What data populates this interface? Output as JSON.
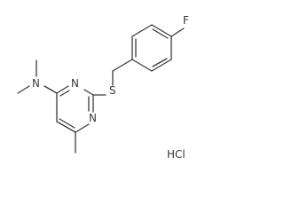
{
  "molecule": {
    "atoms": {
      "fluorine": "F",
      "sulfur": "S",
      "ring_nitrogen_top": "N",
      "ring_nitrogen_bottom": "N",
      "amine_nitrogen": "N"
    },
    "salt": "HCl",
    "colors": {
      "bond": "#3a3a3a",
      "label": "#3a3a3a",
      "background": "#ffffff"
    }
  }
}
